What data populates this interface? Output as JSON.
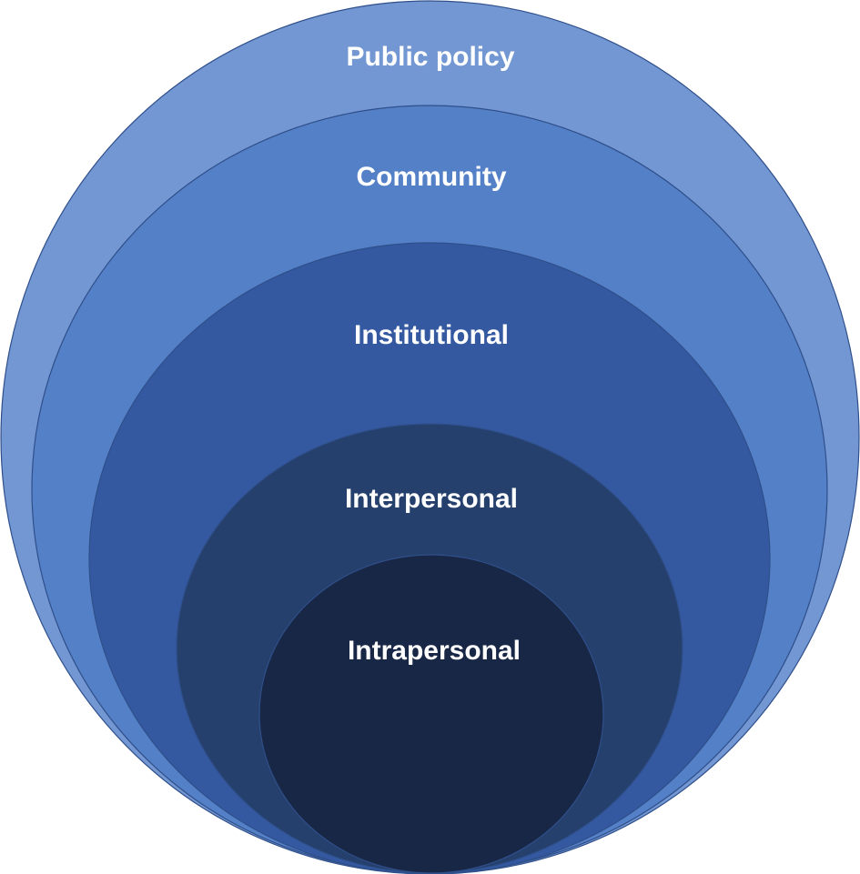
{
  "levels": [
    {
      "label": "Public policy",
      "color": "#7397d3"
    },
    {
      "label": "Community",
      "color": "#5480c7"
    },
    {
      "label": "Institutional",
      "color": "#3459a1"
    },
    {
      "label": "Interpersonal",
      "color": "#26406d"
    },
    {
      "label": "Intrapersonal",
      "color": "#192746"
    }
  ]
}
